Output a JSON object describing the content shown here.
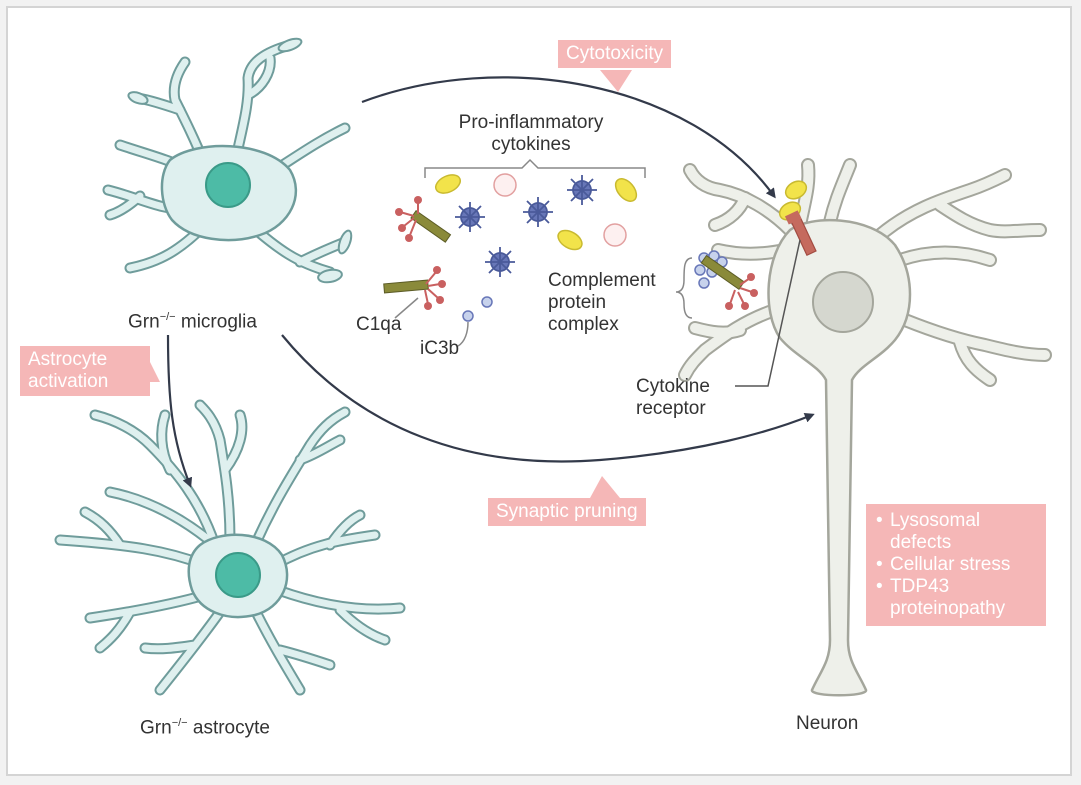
{
  "labels": {
    "microglia_gene": "Grn",
    "microglia_sup": "−/−",
    "microglia_rest": " microglia",
    "astrocyte_gene": "Grn",
    "astrocyte_sup": "−/−",
    "astrocyte_rest": " astrocyte",
    "neuron": "Neuron",
    "pro_inflammatory_line1": "Pro-inflammatory",
    "pro_inflammatory_line2": "cytokines",
    "complement_line1": "Complement",
    "complement_line2": "protein",
    "complement_line3": "complex",
    "c1qa": "C1qa",
    "ic3b": "iC3b",
    "cytokine_receptor_line1": "Cytokine",
    "cytokine_receptor_line2": "receptor"
  },
  "callouts": {
    "cytotoxicity": "Cytotoxicity",
    "astrocyte_activation_line1": "Astrocyte",
    "astrocyte_activation_line2": "activation",
    "synaptic_pruning": "Synaptic pruning",
    "neuron_effects": [
      "Lysosomal defects",
      "Cellular stress",
      "TDP43 proteinopathy"
    ]
  },
  "colors": {
    "glia_fill": "#dff0ef",
    "glia_stroke": "#6f9c9b",
    "nucleus": "#4dbba6",
    "neuron_fill": "#eef0ea",
    "neuron_stroke": "#a4a69c",
    "callout_bg": "#f5b7b7",
    "arrow": "#333a4a",
    "cytokine_blue": "#6877b8",
    "cytokine_yellow": "#f2e34a",
    "complement_red": "#c96060",
    "receptor": "#c56a5e"
  }
}
